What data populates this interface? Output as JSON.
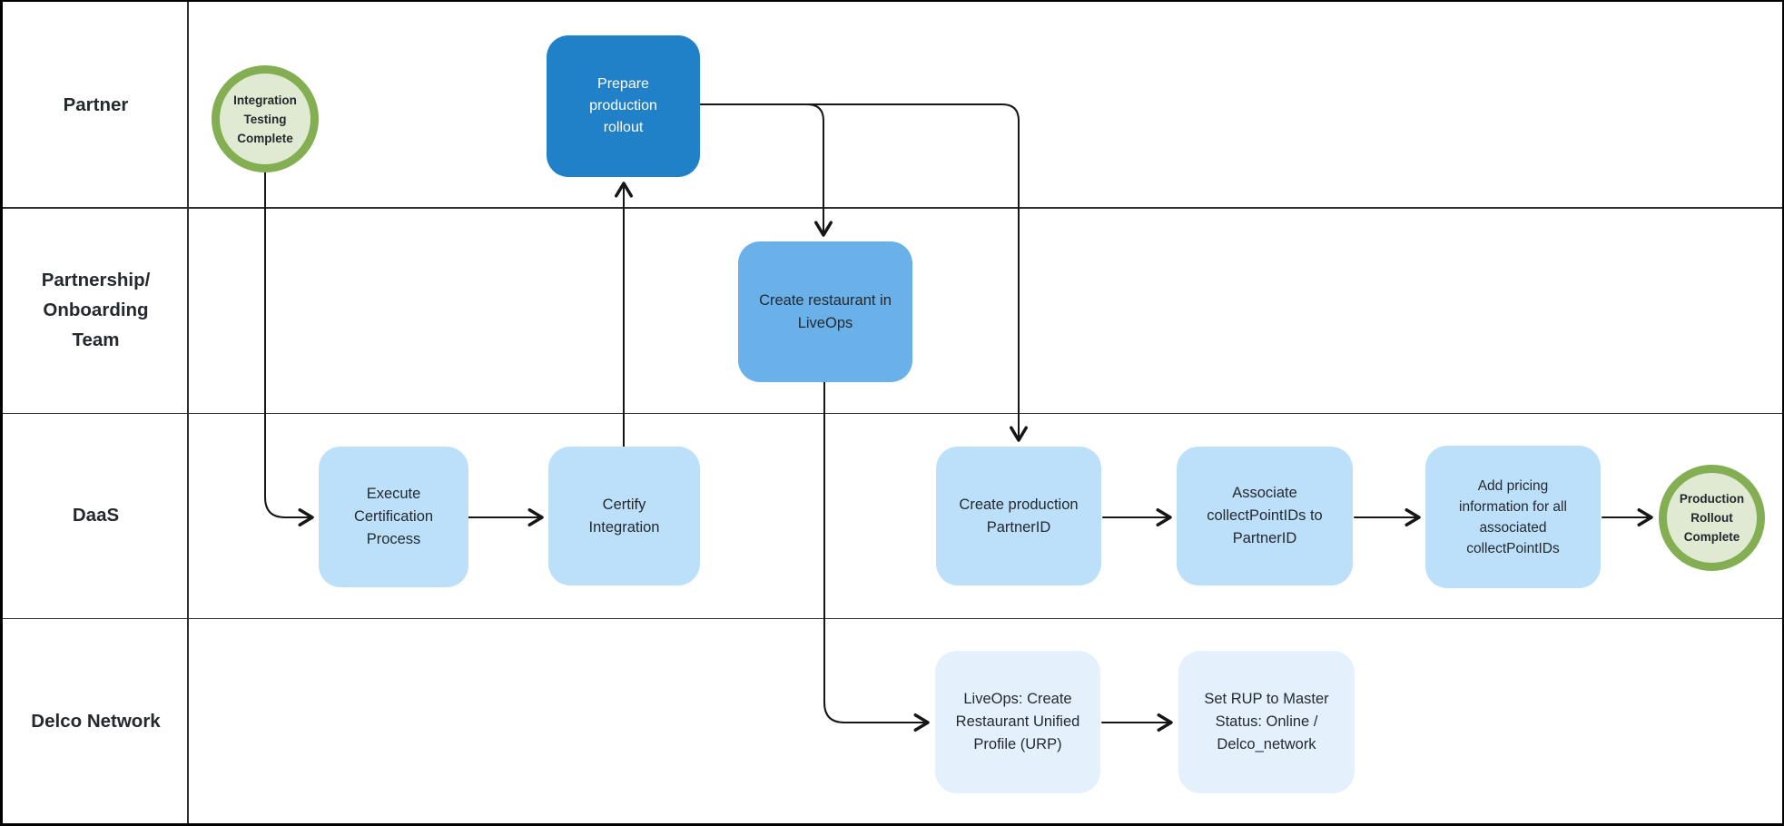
{
  "diagram": {
    "type": "swimlane-flowchart",
    "colors": {
      "bg": "#ffffff",
      "border": "#000000",
      "grid": "#2e2e2e",
      "line": "#161616",
      "node_primary": "#2181c8",
      "node_secondary": "#69b1e8",
      "node_light": "#bde0fa",
      "node_faint": "#e4f1fc",
      "circle_fill": "#e0ead2",
      "circle_border": "#83af52",
      "text_dark": "#24292f",
      "text_light": "#ffffff"
    },
    "lanes": [
      {
        "id": "partner",
        "label": "Partner"
      },
      {
        "id": "partnership",
        "label": "Partnership/\nOnboarding\nTeam"
      },
      {
        "id": "daas",
        "label": "DaaS"
      },
      {
        "id": "delco",
        "label": "Delco Network"
      }
    ],
    "nodes": [
      {
        "id": "start",
        "lane": "partner",
        "kind": "event",
        "label": "Integration\nTesting\nComplete"
      },
      {
        "id": "prepare",
        "lane": "partner",
        "kind": "process",
        "label": "Prepare\nproduction\nrollout"
      },
      {
        "id": "liveops",
        "lane": "partnership",
        "kind": "process",
        "label": "Create restaurant in\nLiveOps"
      },
      {
        "id": "execute",
        "lane": "daas",
        "kind": "process",
        "label": "Execute\nCertification\nProcess"
      },
      {
        "id": "certify",
        "lane": "daas",
        "kind": "process",
        "label": "Certify\nIntegration"
      },
      {
        "id": "partnerid",
        "lane": "daas",
        "kind": "process",
        "label": "Create production\nPartnerID"
      },
      {
        "id": "associate",
        "lane": "daas",
        "kind": "process",
        "label": "Associate\ncollectPointIDs to\nPartnerID"
      },
      {
        "id": "pricing",
        "lane": "daas",
        "kind": "process",
        "label": "Add pricing\ninformation for all\nassociated\ncollectPointIDs"
      },
      {
        "id": "end",
        "lane": "daas",
        "kind": "event",
        "label": "Production\nRollout\nComplete"
      },
      {
        "id": "urp",
        "lane": "delco",
        "kind": "process",
        "label": "LiveOps: Create\nRestaurant Unified\nProfile (URP)"
      },
      {
        "id": "setrup",
        "lane": "delco",
        "kind": "process",
        "label": "Set RUP to Master\nStatus: Online /\nDelco_network"
      }
    ],
    "connectors": [
      {
        "id": "start-to-execute",
        "from": "start",
        "to": "execute"
      },
      {
        "id": "execute-to-certify",
        "from": "execute",
        "to": "certify"
      },
      {
        "id": "certify-to-prepare",
        "from": "certify",
        "to": "prepare"
      },
      {
        "id": "prepare-to-liveops",
        "from": "prepare",
        "to": "liveops"
      },
      {
        "id": "prepare-to-partnerid",
        "from": "prepare",
        "to": "partnerid"
      },
      {
        "id": "liveops-to-urp",
        "from": "liveops",
        "to": "urp"
      },
      {
        "id": "partnerid-to-associate",
        "from": "partnerid",
        "to": "associate"
      },
      {
        "id": "associate-to-pricing",
        "from": "associate",
        "to": "pricing"
      },
      {
        "id": "pricing-to-end",
        "from": "pricing",
        "to": "end"
      },
      {
        "id": "urp-to-setrup",
        "from": "urp",
        "to": "setrup"
      }
    ]
  }
}
